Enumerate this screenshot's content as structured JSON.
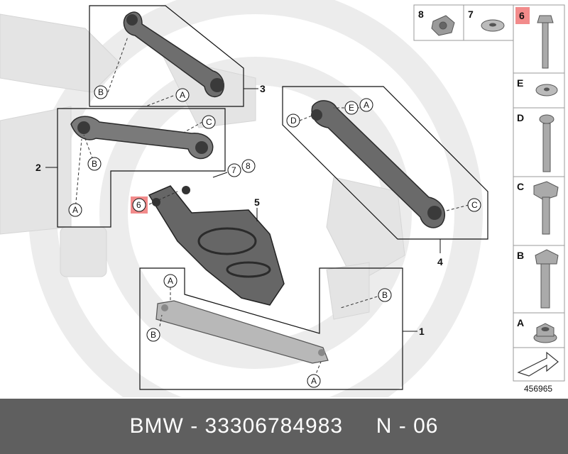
{
  "diagram_number": "456965",
  "highlight_color": "#f28b8b",
  "callouts": {
    "A": "A",
    "B": "B",
    "C": "C",
    "D": "D",
    "E": "E",
    "six": "6"
  },
  "items": {
    "one": "1",
    "two": "2",
    "three": "3",
    "four": "4",
    "five": "5",
    "seven": "7",
    "eight": "8"
  },
  "side_panel": {
    "top": [
      "8",
      "7",
      "6"
    ],
    "letters": [
      "E",
      "D",
      "C",
      "B",
      "A"
    ]
  },
  "footer": {
    "brand": "BMW",
    "separator1": " - ",
    "part_number": "33306784983",
    "gap": "     ",
    "position": "N - 06"
  }
}
